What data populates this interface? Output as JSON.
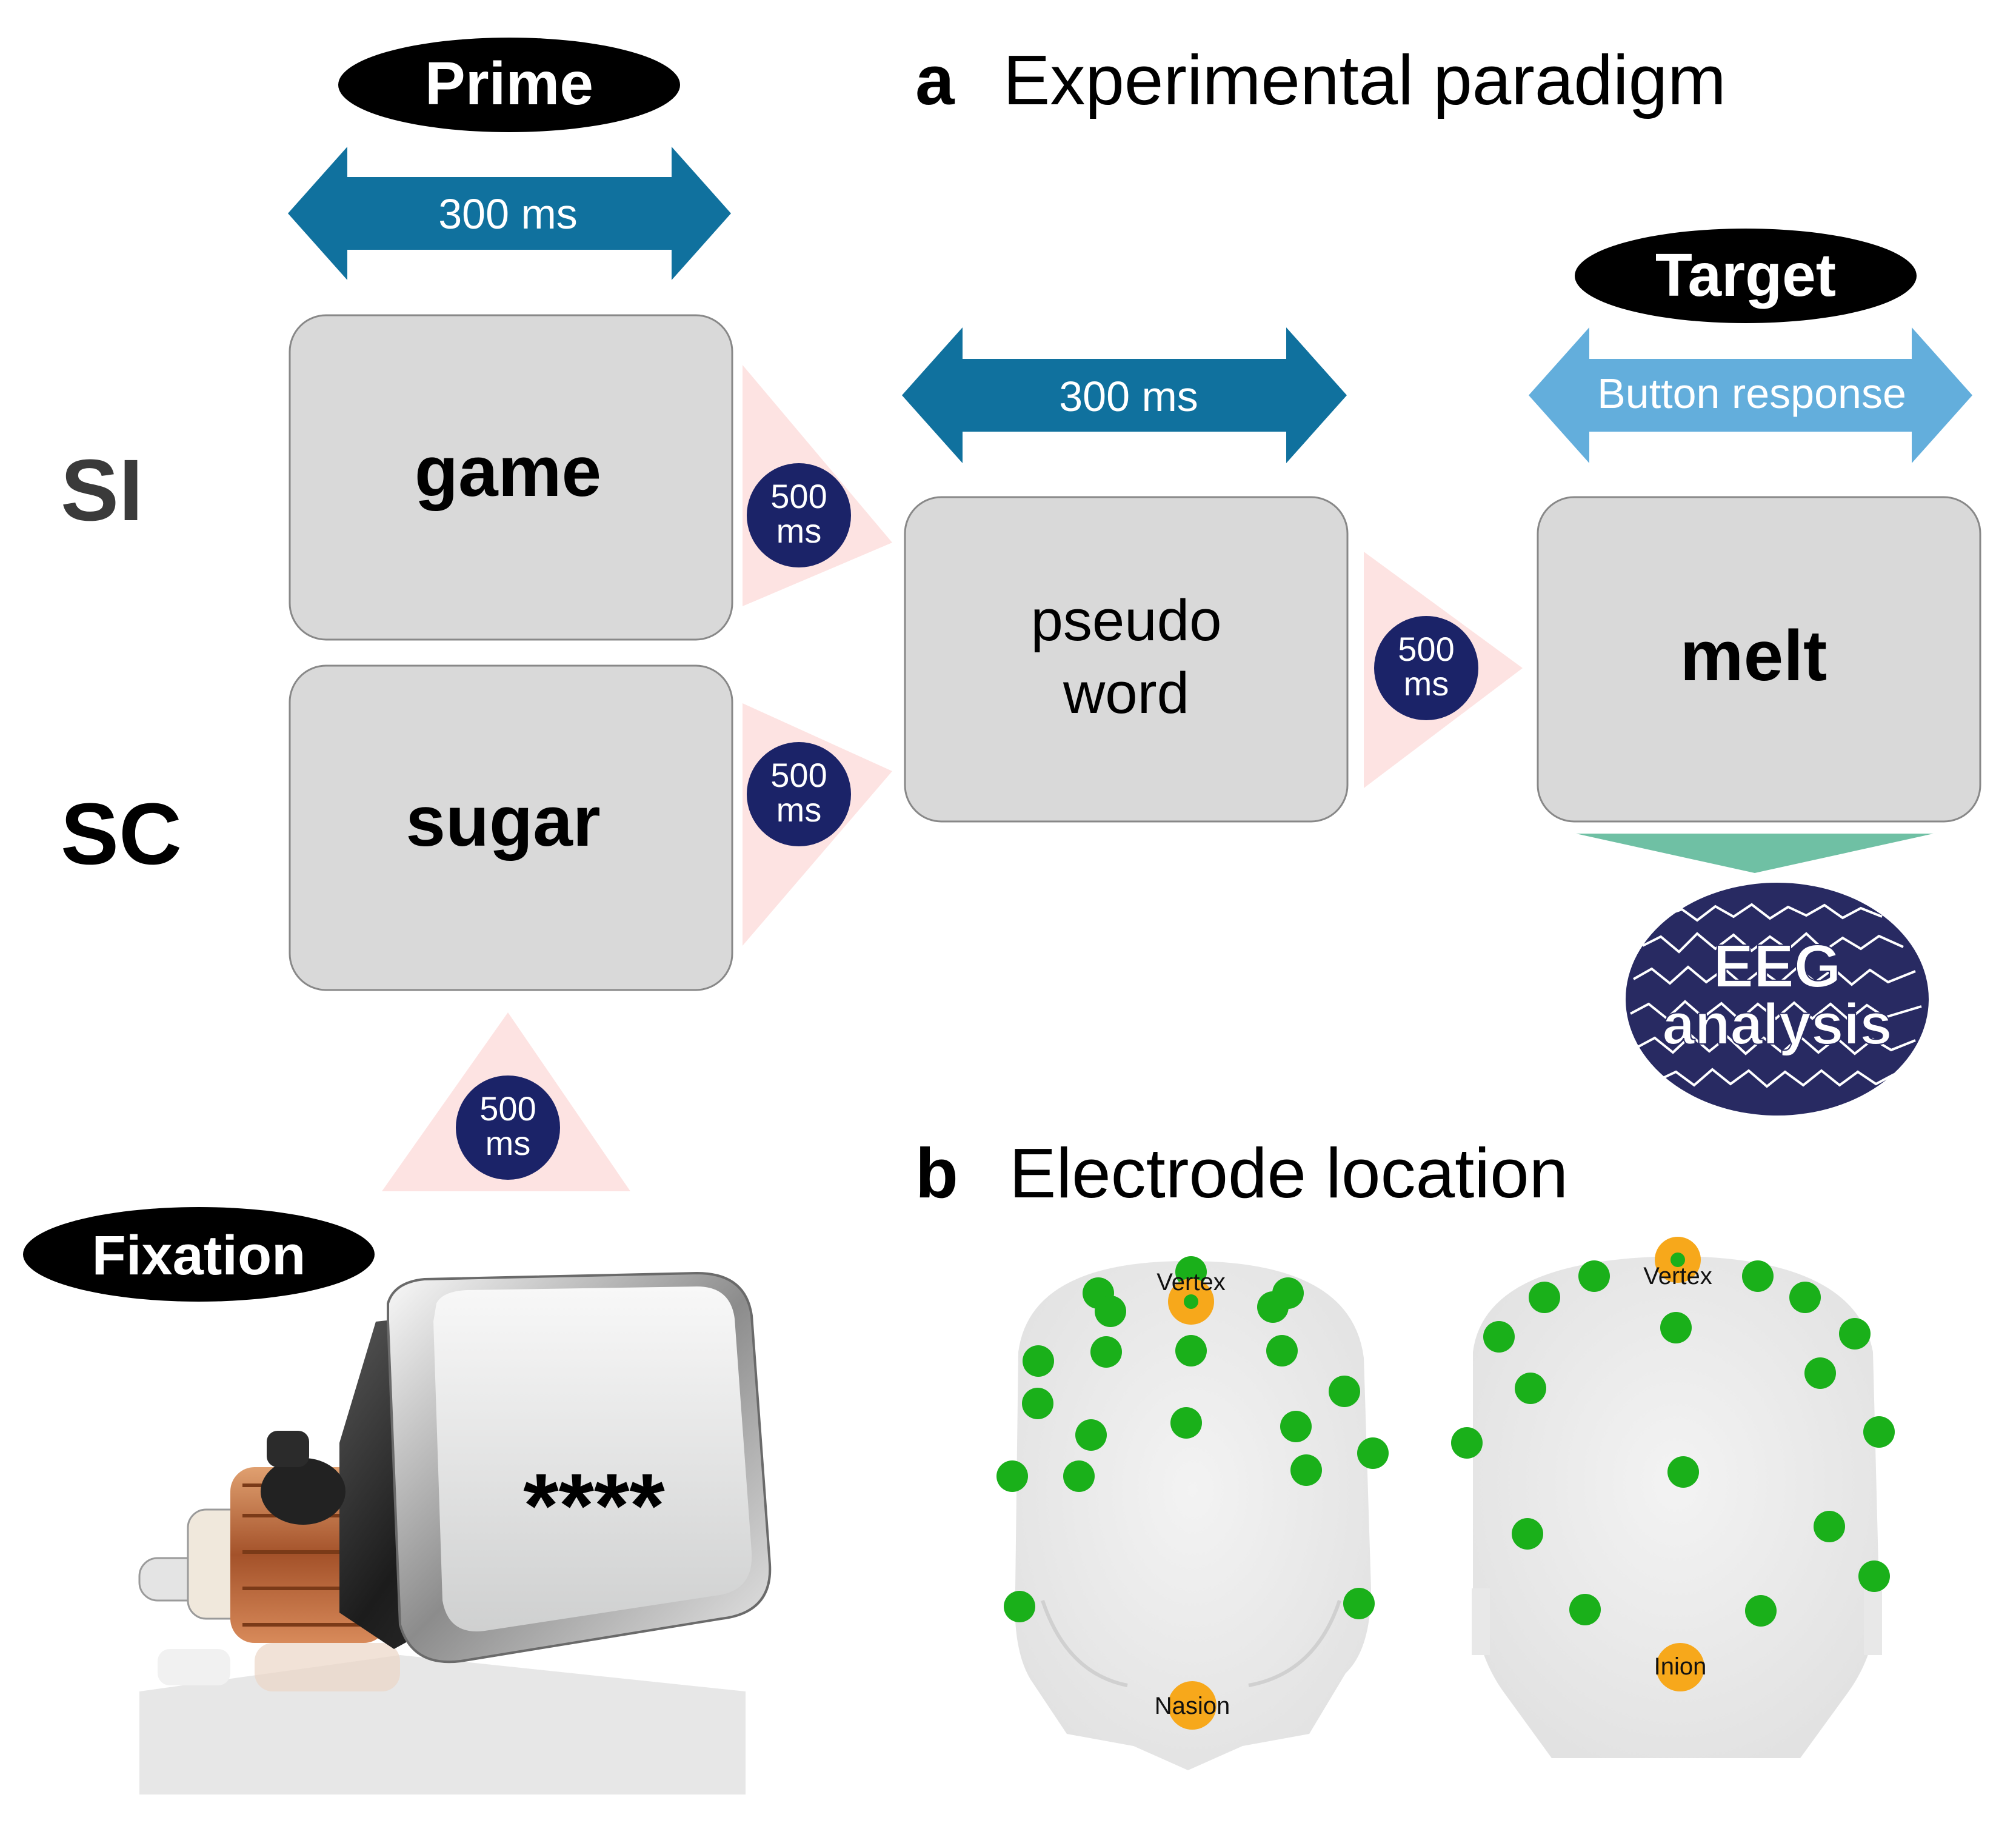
{
  "section_a": {
    "letter": "a",
    "title": "Experimental paradigm"
  },
  "section_b": {
    "letter": "b",
    "title": "Electrode location"
  },
  "phases": {
    "prime": "Prime",
    "target": "Target",
    "fixation": "Fixation"
  },
  "conditions": {
    "si": "SI",
    "sc": "SC"
  },
  "durations": {
    "prime": "300 ms",
    "pseudo": "300 ms",
    "response": "Button response"
  },
  "isi": {
    "value": "500",
    "unit": "ms"
  },
  "words": {
    "si_prime": "game",
    "sc_prime": "sugar",
    "pseudo_line1": "pseudo",
    "pseudo_line2": "word",
    "target": "melt",
    "fixation": "****"
  },
  "eeg": {
    "line1": "EEG",
    "line2": "analysis"
  },
  "electrode_labels": {
    "vertex": "Vertex",
    "nasion": "Nasion",
    "inion": "Inion"
  },
  "colors": {
    "duration_arrow": "#10719e",
    "response_arrow": "#63aedc",
    "screen_fill": "#d9d9d9",
    "isi_triangle": "#fde3e2",
    "isi_circle": "#1b2368",
    "eeg_oval": "#282a62",
    "electrode": "#1ab01a",
    "landmark": "#f7a81b",
    "connector": "#6fc0a4"
  }
}
